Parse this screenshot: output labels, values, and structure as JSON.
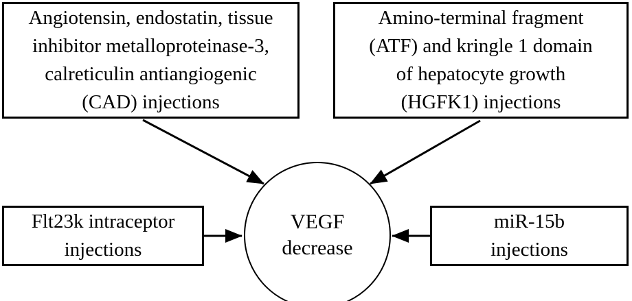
{
  "canvas": {
    "background": "#ffffff",
    "stroke_color": "#000000",
    "text_color": "#000000"
  },
  "nodes": {
    "angiogenic_inhibitors_box": {
      "shape": "rectangle",
      "lines": [
        "Angiotensin, endostatin, tissue",
        "inhibitor metalloproteinase-3,",
        "calreticulin antiangiogenic",
        "(CAD) injections"
      ]
    },
    "atf_hgfk1_box": {
      "shape": "rectangle",
      "lines": [
        "Amino-terminal fragment",
        "(ATF) and kringle 1 domain",
        "of hepatocyte growth",
        "(HGFK1) injections"
      ]
    },
    "flt23k_box": {
      "shape": "rectangle",
      "lines": [
        "Flt23k intraceptor",
        "injections"
      ]
    },
    "mir15b_box": {
      "shape": "rectangle",
      "lines": [
        "miR-15b",
        "injections"
      ]
    },
    "vegf_circle": {
      "shape": "circle",
      "lines": [
        "VEGF",
        "decrease"
      ]
    }
  },
  "edges": [
    {
      "from": "angiogenic_inhibitors_box",
      "to": "vegf_circle",
      "style": "arrow"
    },
    {
      "from": "atf_hgfk1_box",
      "to": "vegf_circle",
      "style": "arrow"
    },
    {
      "from": "flt23k_box",
      "to": "vegf_circle",
      "style": "arrow"
    },
    {
      "from": "mir15b_box",
      "to": "vegf_circle",
      "style": "arrow"
    }
  ]
}
